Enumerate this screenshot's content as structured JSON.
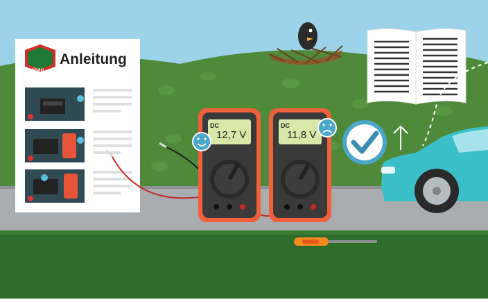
{
  "manual": {
    "brand": "hagebau",
    "title": "Anleitung"
  },
  "meters": [
    {
      "mode": "DC",
      "reading": "12,7 V",
      "mood": "happy"
    },
    {
      "mode": "DC",
      "reading": "11,8 V",
      "mood": "sad"
    }
  ],
  "colors": {
    "sky": "#9dd3e8",
    "hill": "#4f8a3a",
    "meter": "#f0603a",
    "car": "#3bbfc9",
    "road": "#a9adb0",
    "grass": "#2f6b2a"
  },
  "icons": [
    "happy-face-icon",
    "sad-face-icon",
    "checkmark-icon",
    "arrow-up-icon",
    "open-book-icon",
    "bird-nest-icon",
    "screwdriver-icon",
    "car-icon"
  ]
}
